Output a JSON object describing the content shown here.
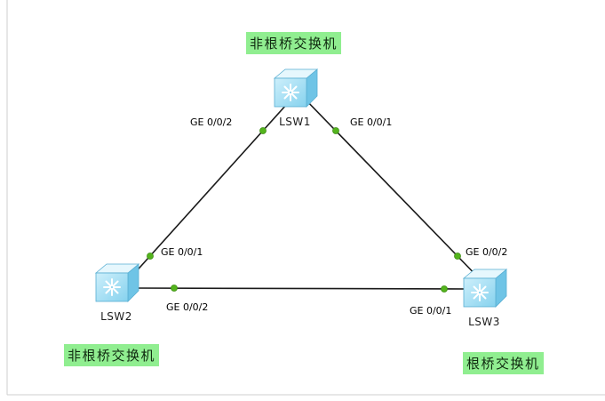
{
  "devices": {
    "lsw1": {
      "label": "LSW1",
      "type": "switch"
    },
    "lsw2": {
      "label": "LSW2",
      "type": "switch"
    },
    "lsw3": {
      "label": "LSW3",
      "type": "switch"
    }
  },
  "annotations": {
    "lsw1": "非根桥交换机",
    "lsw2": "非根桥交换机",
    "lsw3": "根桥交换机"
  },
  "port_labels": {
    "lsw1_left": "GE 0/0/2",
    "lsw1_right": "GE 0/0/1",
    "lsw2_top": "GE 0/0/1",
    "lsw2_right": "GE 0/0/2",
    "lsw3_top": "GE 0/0/2",
    "lsw3_left": "GE 0/0/1"
  },
  "links": [
    {
      "from": "LSW1",
      "from_port": "GE 0/0/2",
      "to": "LSW2",
      "to_port": "GE 0/0/1"
    },
    {
      "from": "LSW1",
      "from_port": "GE 0/0/1",
      "to": "LSW3",
      "to_port": "GE 0/0/2"
    },
    {
      "from": "LSW2",
      "from_port": "GE 0/0/2",
      "to": "LSW3",
      "to_port": "GE 0/0/1"
    }
  ],
  "colors": {
    "annotation_bg": "#90EE90",
    "link": "#1a1a1a",
    "endpoint_dot": "#54b41d",
    "device_front": "#9ddcf2",
    "background": "#ffffff"
  }
}
